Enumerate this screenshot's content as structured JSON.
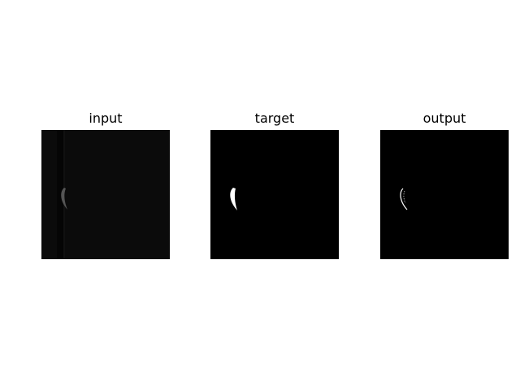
{
  "panels": [
    {
      "id": "input",
      "title": "input",
      "image": "input-slice"
    },
    {
      "id": "target",
      "title": "target",
      "image": "target-mask"
    },
    {
      "id": "output",
      "title": "output",
      "image": "output-mask"
    }
  ],
  "colors": {
    "background": "#ffffff",
    "input_background": "#0b0b0b",
    "input_dark_band": "#050505",
    "input_feature": "#555555",
    "mask_background": "#000000",
    "mask_feature": "#ffffff",
    "title_text": "#000000"
  }
}
